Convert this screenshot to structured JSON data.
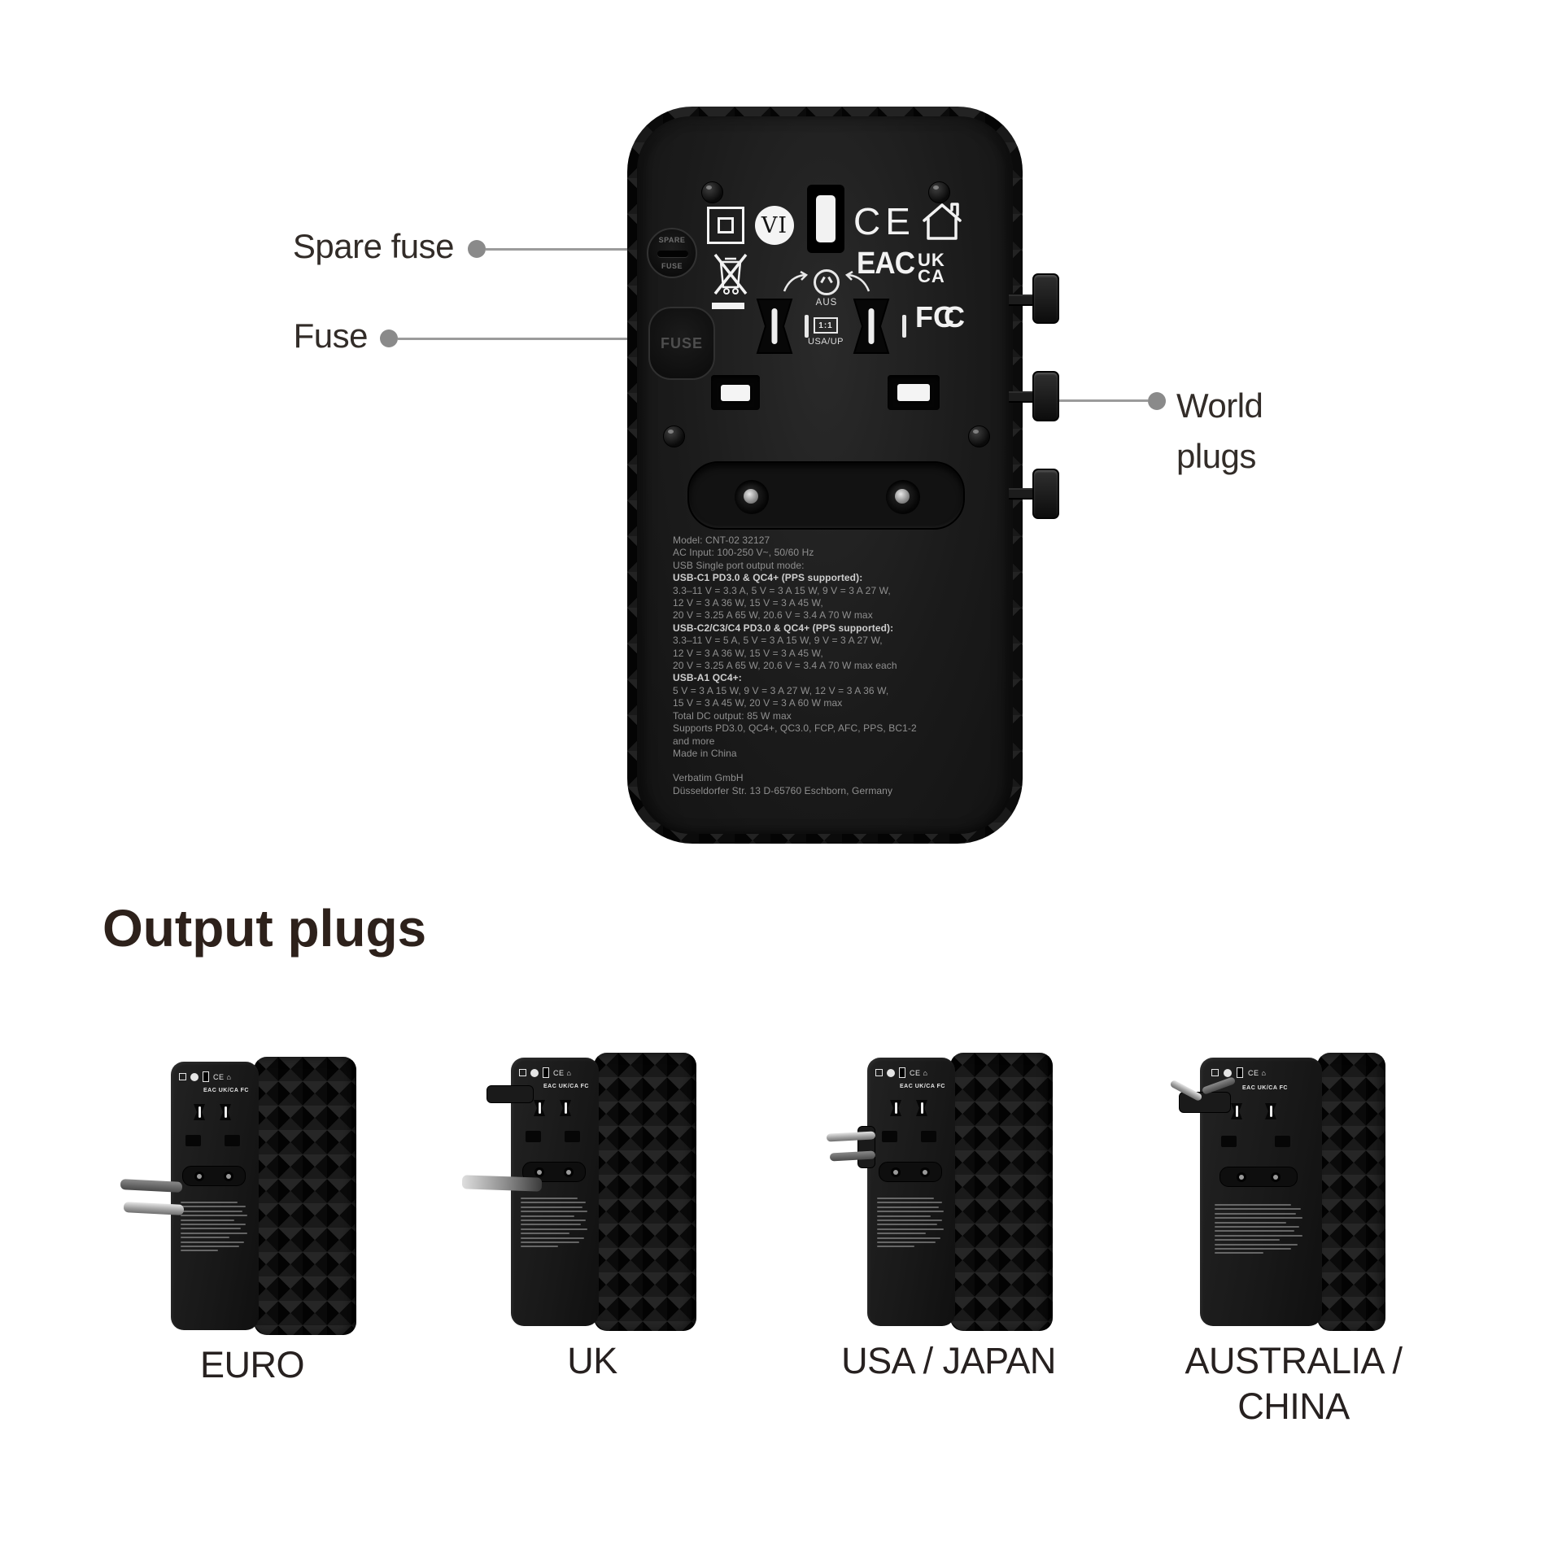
{
  "device": {
    "annotations": {
      "spare_fuse": "Spare fuse",
      "fuse": "Fuse",
      "world_line1": "World",
      "world_line2": "plugs"
    },
    "markings": {
      "efficiency": "VI",
      "ce": "CE",
      "eac": "EAC",
      "ukca_top": "UK",
      "ukca_bottom": "CA",
      "fcc_f": "F",
      "fcc_c1": "C",
      "fcc_c2": "C",
      "spare_cap_top": "SPARE",
      "spare_cap_bottom": "FUSE",
      "fuse_cap": "FUSE",
      "aus_dial": "AUS",
      "socket_ratio": "1:1",
      "socket_usa_up": "USA/UP"
    },
    "spec_lines": [
      {
        "text": "Model: CNT-02 32127"
      },
      {
        "text": "AC Input: 100-250 V~, 50/60 Hz"
      },
      {
        "text": "USB Single port output mode:"
      },
      {
        "text": "USB-C1 PD3.0 & QC4+ (PPS supported):"
      },
      {
        "text": "3.3–11 V = 3.3 A, 5 V = 3 A 15 W, 9 V = 3 A 27 W,"
      },
      {
        "text": "12 V = 3 A 36 W, 15 V = 3 A 45 W,"
      },
      {
        "text": "20 V = 3.25 A 65 W, 20.6 V = 3.4 A 70 W max"
      },
      {
        "text": "USB-C2/C3/C4 PD3.0 & QC4+ (PPS supported):"
      },
      {
        "text": "3.3–11 V = 5 A, 5 V = 3 A 15 W, 9 V = 3 A 27 W,"
      },
      {
        "text": "12 V = 3 A 36 W, 15 V = 3 A 45 W,"
      },
      {
        "text": "20 V = 3.25 A 65 W, 20.6 V = 3.4 A 70 W max each"
      },
      {
        "text": "USB-A1 QC4+:"
      },
      {
        "text": "5 V = 3 A 15 W, 9 V = 3 A 27 W, 12 V = 3 A 36 W,"
      },
      {
        "text": "15 V = 3 A 45 W, 20 V = 3 A 60 W max"
      },
      {
        "text": "Total DC output: 85 W max"
      },
      {
        "text": "Supports PD3.0, QC4+, QC3.0, FCP, AFC, PPS, BC1-2"
      },
      {
        "text": "and more"
      },
      {
        "text": "Made in China"
      },
      {
        "text": "Verbatim GmbH"
      },
      {
        "text": "Düsseldorfer Str. 13 D-65760 Eschborn, Germany"
      }
    ]
  },
  "output_plugs": {
    "title": "Output plugs",
    "variants": [
      {
        "label_line1": "EURO",
        "label_line2": ""
      },
      {
        "label_line1": "UK",
        "label_line2": ""
      },
      {
        "label_line1": "USA / JAPAN",
        "label_line2": ""
      },
      {
        "label_line1": "AUSTRALIA /",
        "label_line2": "CHINA"
      }
    ]
  }
}
